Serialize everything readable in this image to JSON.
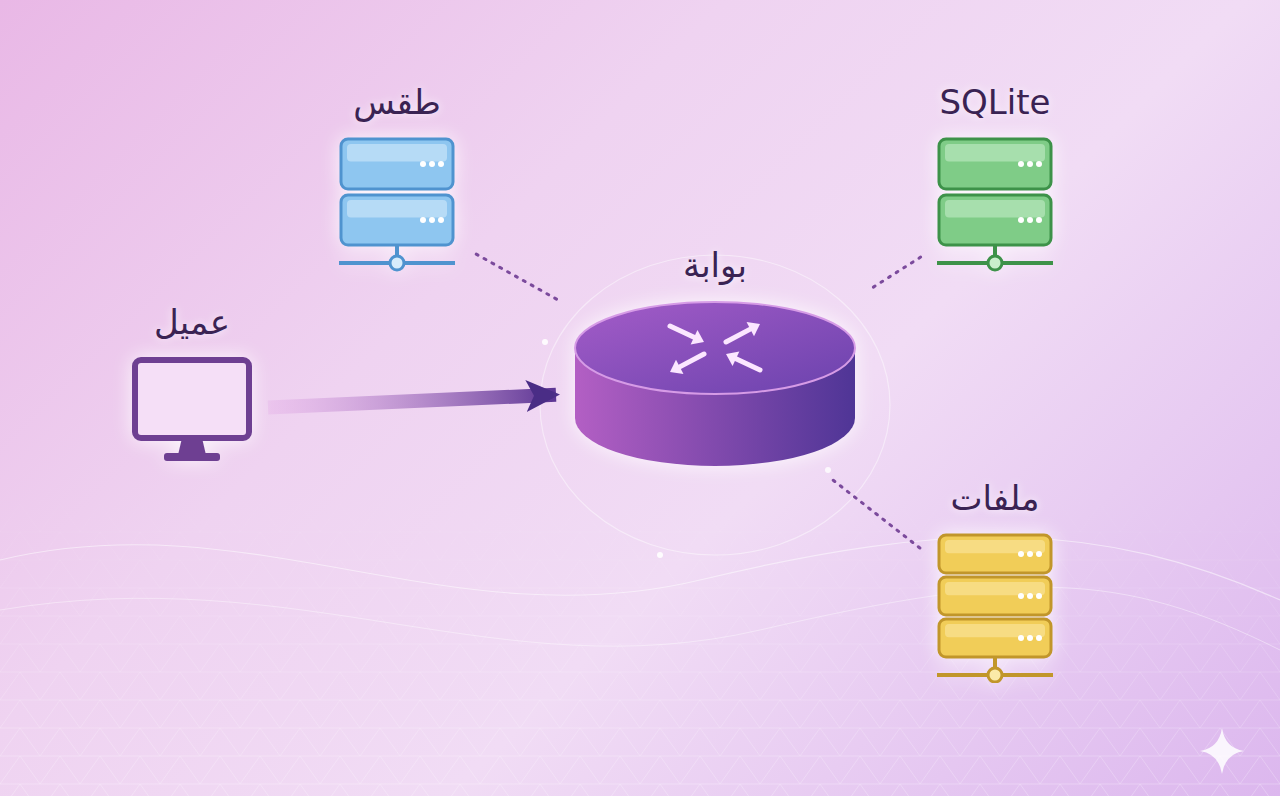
{
  "diagram": {
    "nodes": [
      {
        "text": [
          "طقس"
        ]
      },
      {
        "text": [
          "SQLite"
        ]
      },
      {
        "text": [
          "بوابة"
        ]
      },
      {
        "text": [
          "عميل"
        ]
      },
      {
        "text": [
          "ملفات"
        ]
      }
    ],
    "edges": [
      {
        "from": 3,
        "to": 2,
        "arrow": "to"
      },
      {
        "from": 2,
        "to": 0,
        "arrow": "none"
      },
      {
        "from": 2,
        "to": 1,
        "arrow": "none"
      },
      {
        "from": 2,
        "to": 4,
        "arrow": "none"
      }
    ]
  }
}
